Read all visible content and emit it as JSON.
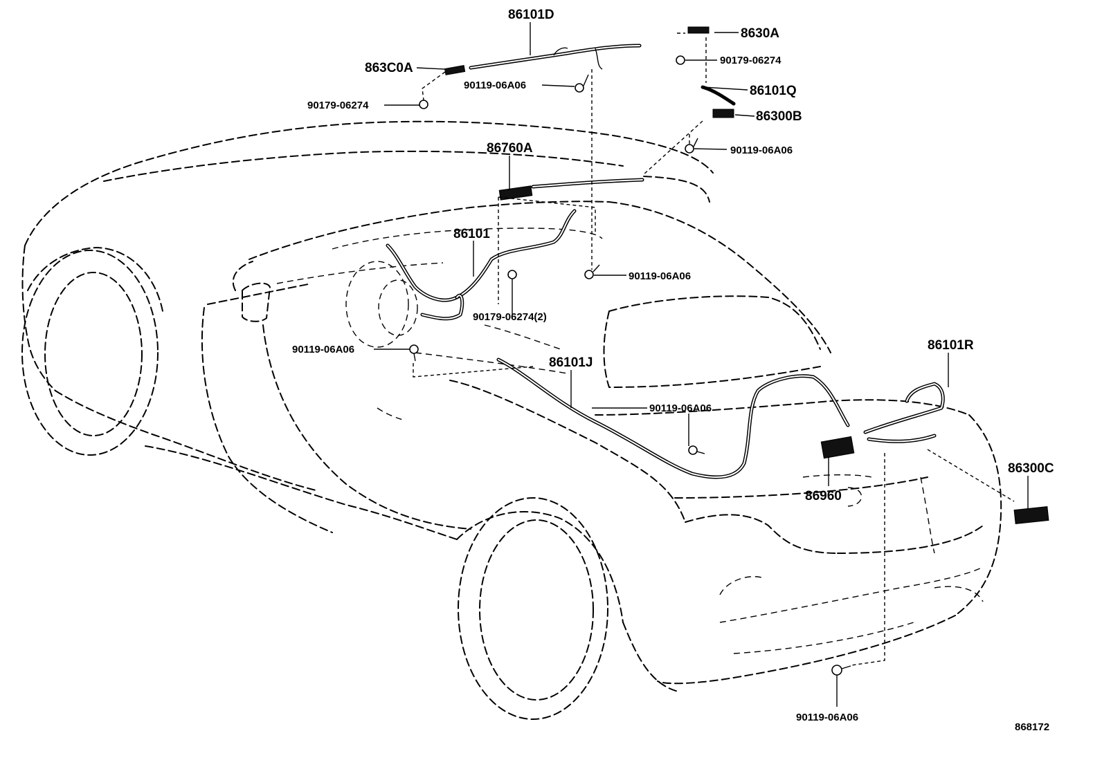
{
  "labels": {
    "p86101D": "86101D",
    "p8630A": "8630A",
    "p863C0A": "863C0A",
    "b90179_a": "90179-06274",
    "b90119_a": "90119-06A06",
    "b90179_b": "90179-06274",
    "p86101Q": "86101Q",
    "p86300B": "86300B",
    "b90119_b": "90119-06A06",
    "p86760A": "86760A",
    "p86101": "86101",
    "b90119_c": "90119-06A06",
    "b90179_c": "90179-06274(2)",
    "b90119_d": "90119-06A06",
    "p86101R": "86101R",
    "p86101J": "86101J",
    "b90119_e": "90119-06A06",
    "p86300C": "86300C",
    "p86960": "86960",
    "b90119_f": "90119-06A06",
    "diagram_id": "868172"
  }
}
